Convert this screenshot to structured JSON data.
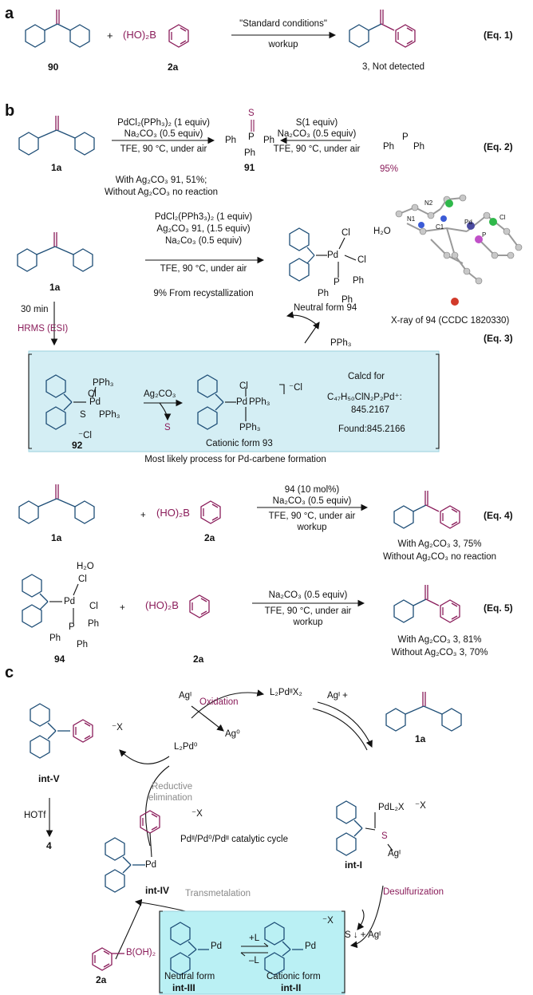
{
  "panels": {
    "a": "a",
    "b": "b",
    "c": "c"
  },
  "eq1": {
    "label": "(Eq. 1)",
    "compound_90": "90",
    "plus": "+",
    "boronic": "(HO)₂B",
    "cpd_2a": "2a",
    "conditions_top": "\"Standard conditions\"",
    "conditions_bottom": "workup",
    "product": "3, Not detected"
  },
  "eq2": {
    "label": "(Eq. 2)",
    "cpd_1a": "1a",
    "reagent1": "PdCl₂(PPh₃)₂ (1 equiv)",
    "reagent2": "Na₂CO₃ (0.5 equiv)",
    "solvent": "TFE, 90 °C, under air",
    "right_reagent1": "S(1 equiv)",
    "right_reagent2": "Na₂CO₃ (0.5 equiv)",
    "right_solvent": "TFE, 90 °C, under air",
    "cpd_91": "91",
    "yield_right": "95%",
    "note1": "With Ag₂CO₃ 91, 51%;",
    "note2": "Without Ag₂CO₃ no reaction",
    "ph": "Ph",
    "s_atom": "S",
    "p_atom": "P"
  },
  "eq3": {
    "label": "(Eq. 3)",
    "reagent1": "PdCl₂(PPh3₃)₂ (1 equiv)",
    "reagent2": "Ag₂CO₃ 91, (1.5 equiv)",
    "reagent3": "Na₂Co₃ (0.5 equiv)",
    "solvent": "TFE, 90 °C, under air",
    "yield": "9% From recystallization",
    "neutral": "Neutral form 94",
    "water": "H₂O",
    "cl": "Cl",
    "pd": "Pd",
    "xray_caption": "X-ray of 94 (CCDC 1820330)",
    "time": "30 min",
    "hrms": "HRMS (ESI)",
    "pph3": "PPh₃",
    "cpd_92": "92",
    "ag2co3": "Ag₂CO₃",
    "cationic": "Cationic form  93",
    "calcd_for": "Calcd for",
    "formula": "C₄₇H₅₀ClN₂P₂Pd⁺:",
    "calcd_value": "845.2167",
    "found": "Found:845.2166",
    "box_caption": "Most likely process for Pd-carbene formation",
    "cl_anion": "⁻Cl",
    "xray_labels": [
      "N2",
      "N1",
      "C1",
      "Pd",
      "Cl",
      "P"
    ]
  },
  "eq4": {
    "label": "(Eq. 4)",
    "catalyst": "94 (10 mol%)",
    "reagent": "Na₂CO₃ (0.5 equiv)",
    "solvent": "TFE, 90 °C, under air",
    "workup": "workup",
    "result1": "With Ag₂CO₃ 3, 75%",
    "result2": "Without Ag₂CO₃ no reaction"
  },
  "eq5": {
    "label": "(Eq. 5)",
    "cpd_94": "94",
    "reagent": "Na₂CO₃ (0.5 equiv)",
    "solvent": "TFE, 90 °C, under air",
    "workup": "workup",
    "result1": "With Ag₂CO₃ 3, 81%",
    "result2": "Without Ag₂CO₃ 3, 70%"
  },
  "cycle": {
    "agI": "Agᴵ",
    "oxidation": "Oxidation",
    "l2pdx2": "L₂PdᴵᴵX₂",
    "ag0": "Ag⁰",
    "l2pd0": "L₂Pd⁰",
    "reductive1": "Reductive",
    "reductive2": "elimination",
    "int_v": "int-V",
    "int_iv": "int-IV",
    "int_i": "int-I",
    "int_ii_name": "Cationic form",
    "int_ii": "int-II",
    "int_iii_name": "Neutral form",
    "int_iii": "int-III",
    "hotf": "HOTf",
    "product_4": "4",
    "cycle_name": "Pdᴵᴵ/Pd⁰/Pdᴵᴵ catalytic cycle",
    "pdl2x": "PdL₂X",
    "agI_int1": "Agᴵ",
    "desulfurization": "Desulfurization",
    "s_plus_ag": "S ↓ + Agᴵ",
    "transmetalation": "Transmetalation",
    "boronic": "B(OH)₂",
    "cpd_2a": "2a",
    "cpd_1a": "1a",
    "x_anion": "⁻X",
    "plus_l": "+L",
    "minus_l": "–L",
    "agI_plus": "Agᴵ +"
  },
  "colors": {
    "blue": "#1d4d76",
    "purple": "#8a1c5a",
    "box": "#d4eef4"
  }
}
